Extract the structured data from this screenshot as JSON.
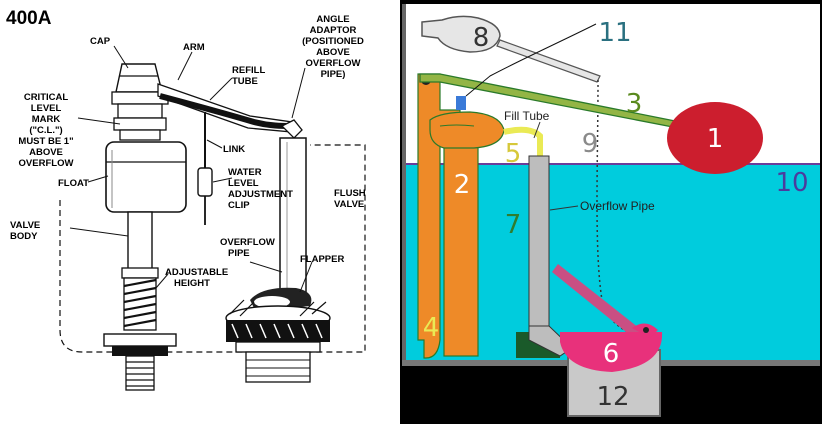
{
  "left_diagram": {
    "title": "400A",
    "labels": {
      "cap": "CAP",
      "arm": "ARM",
      "angle_adaptor": [
        "ANGLE",
        "ADAPTOR",
        "(POSITIONED",
        "ABOVE",
        "OVERFLOW",
        "PIPE)"
      ],
      "refill_tube": [
        "REFILL",
        "TUBE"
      ],
      "critical_level": [
        "CRITICAL",
        "LEVEL",
        "MARK",
        "(\"C.L.\")",
        "MUST BE 1\"",
        "ABOVE",
        "OVERFLOW"
      ],
      "link": "LINK",
      "water_level_clip": [
        "WATER",
        "LEVEL",
        "ADJUSTMENT",
        "CLIP"
      ],
      "float": "FLOAT",
      "flush_valve": [
        "FLUSH",
        "VALVE"
      ],
      "valve_body": [
        "VALVE",
        "BODY"
      ],
      "overflow_pipe": [
        "OVERFLOW",
        "PIPE"
      ],
      "flapper": "FLAPPER",
      "adjustable_height": [
        "ADJUSTABLE",
        "HEIGHT"
      ]
    }
  },
  "right_diagram": {
    "numbers": {
      "n1": "1",
      "n2": "2",
      "n3": "3",
      "n4": "4",
      "n5": "5",
      "n6": "6",
      "n7": "7",
      "n8": "8",
      "n9": "9",
      "n10": "10",
      "n11": "11",
      "n12": "12"
    },
    "annotations": {
      "fill_tube": "Fill Tube",
      "overflow_pipe": "Overflow Pipe"
    },
    "colors": {
      "water": "#00ccdd",
      "float_ball": "#cc1e2e",
      "fill_valve": "#ee8a28",
      "arm": "#93b545",
      "overflow_pipe": "#bdbdbd",
      "flapper": "#e8317b",
      "chain_arm": "#c94f83",
      "refill_tube": "#e8e44a",
      "tank_wall": "#555555",
      "outline": "#2a7a2a",
      "handle": "#e6e6e6"
    }
  }
}
